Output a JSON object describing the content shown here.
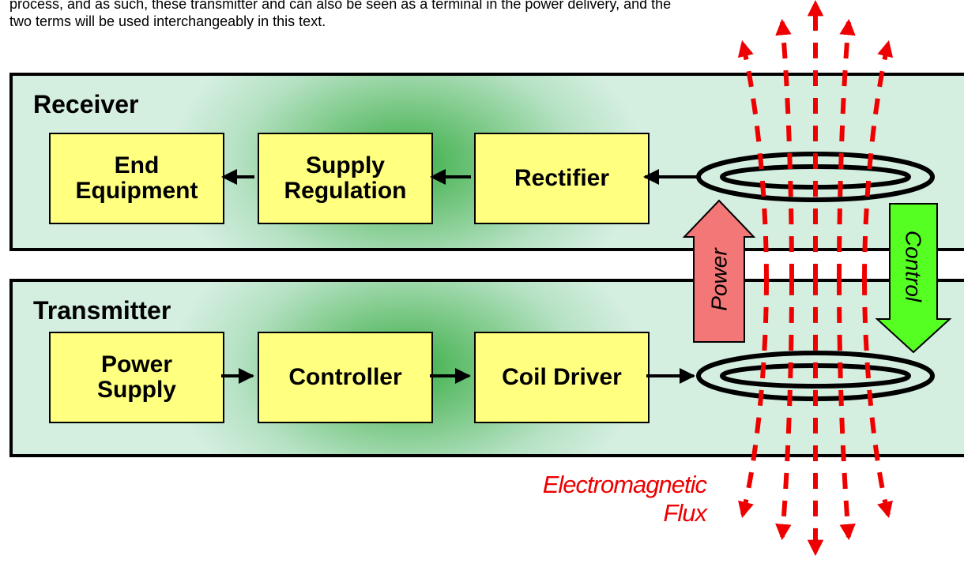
{
  "intro_text": {
    "line1": "process, and as such, these transmitter and can also be seen as a terminal in the power delivery, and the",
    "line2": "two terms will be used interchangeably in this text."
  },
  "receiver": {
    "title": "Receiver",
    "blocks": [
      {
        "label": "End\nEquipment"
      },
      {
        "label": "Supply\nRegulation"
      },
      {
        "label": "Rectifier"
      }
    ]
  },
  "transmitter": {
    "title": "Transmitter",
    "blocks": [
      {
        "label": "Power\nSupply"
      },
      {
        "label": "Controller"
      },
      {
        "label": "Coil Driver"
      }
    ]
  },
  "arrows": {
    "power": {
      "label": "Power"
    },
    "control": {
      "label": "Control"
    }
  },
  "flux_caption": {
    "line1": "Electromagnetic",
    "line2": "Flux"
  },
  "colors": {
    "block_fill": "#ffff80",
    "panel_center": "#3cae48",
    "panel_edge": "#d4eee0",
    "power_arrow": "#f47777",
    "control_arrow": "#55ff22",
    "flux": "#ee0000"
  }
}
